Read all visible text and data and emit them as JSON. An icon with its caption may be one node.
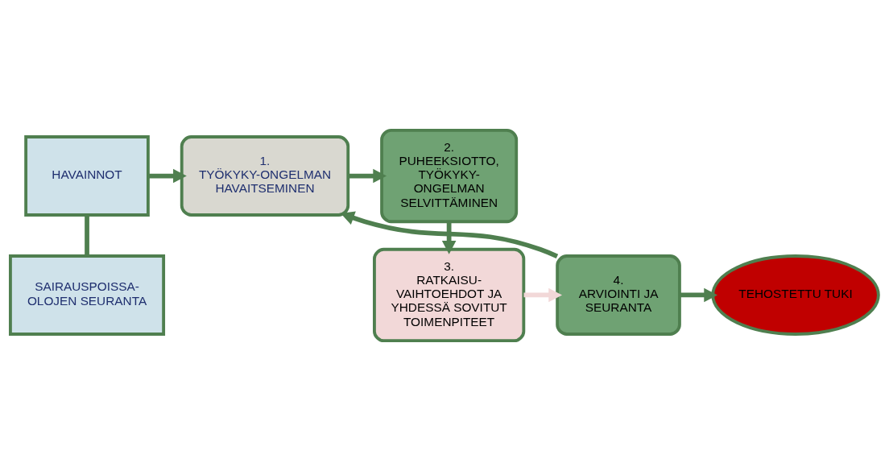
{
  "diagram": {
    "nodes": [
      {
        "text": [
          "HAVAINNOT"
        ]
      },
      {
        "text": [
          "SAIRAUSPOISSA- OLOJEN SEURANTA"
        ]
      },
      {
        "text": [
          "1.",
          "TYÖKYKY-ONGELMAN HAVAITSEMINEN"
        ]
      },
      {
        "text": [
          "2.",
          "PUHEEKSIOTTO, TYÖKYKY- ONGELMAN SELVITTÄMINEN"
        ]
      },
      {
        "text": [
          "3.",
          "RATKAISU- VAIHTOEHDOT JA YHDESSÄ SOVITUT TOIMENPITEET"
        ]
      },
      {
        "text": [
          "4.",
          "ARVIOINTI JA SEURANTA"
        ]
      },
      {
        "text": [
          "TEHOSTETTU TUKI"
        ]
      }
    ],
    "edges": [
      {
        "from": 0,
        "to": 1,
        "arrow": "none"
      },
      {
        "from": 0,
        "to": 2,
        "arrow": "to"
      },
      {
        "from": 2,
        "to": 3,
        "arrow": "to"
      },
      {
        "from": 3,
        "to": 4,
        "arrow": "to"
      },
      {
        "from": 4,
        "to": 5,
        "arrow": "to",
        "color": "#f2d8d8"
      },
      {
        "from": 5,
        "to": 2,
        "arrow": "to"
      },
      {
        "from": 5,
        "to": 6,
        "arrow": "to"
      }
    ]
  }
}
